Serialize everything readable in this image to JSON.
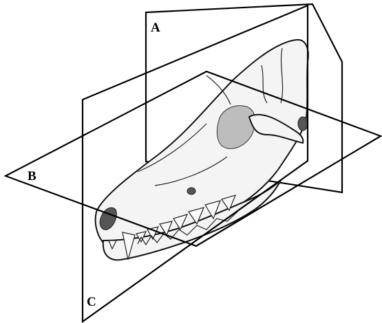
{
  "labels": {
    "plane_a": "A",
    "plane_b": "B",
    "plane_c": "C"
  }
}
